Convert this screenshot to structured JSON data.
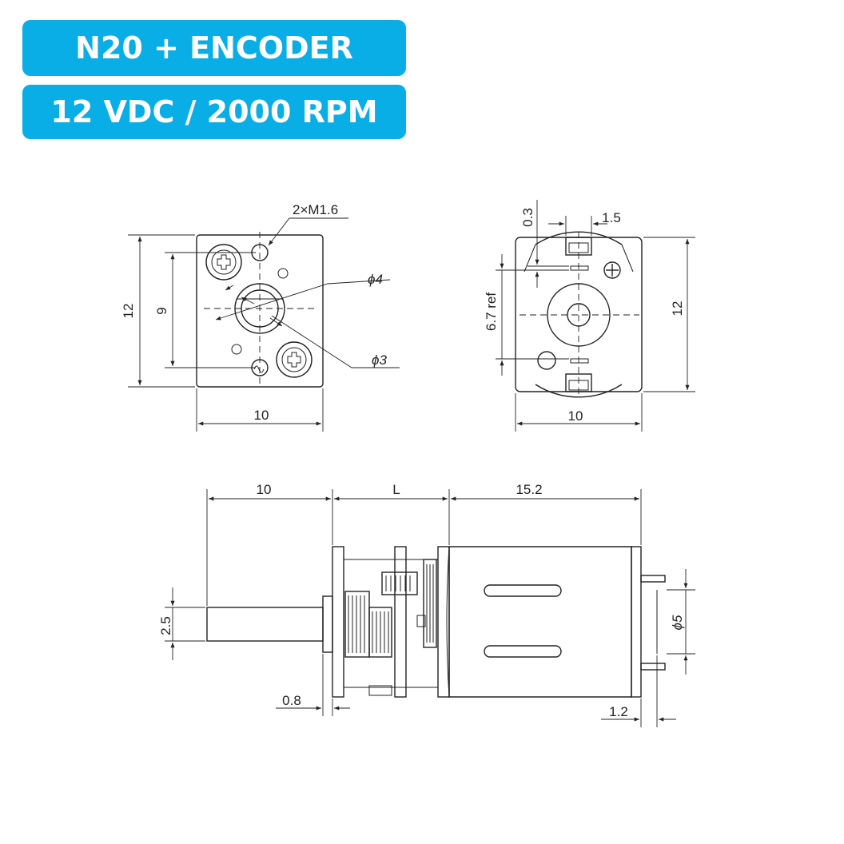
{
  "badges": {
    "title": "N20 + ENCODER",
    "spec": "12 VDC / 2000 RPM"
  },
  "front_view": {
    "screw_note": "2×M1.6",
    "dia_large": "ϕ4",
    "dia_small": "ϕ3",
    "height": "12",
    "hole_spacing": "9",
    "width": "10"
  },
  "rear_view": {
    "tab_offset": "0.3",
    "tab_width": "1.5",
    "ref_dim": "6.7 ref",
    "height": "12",
    "width": "10"
  },
  "side_view": {
    "shaft_length": "10",
    "gearbox_length": "L",
    "motor_length": "15.2",
    "shaft_dia": "2.5",
    "terminal_spacing": "ϕ5",
    "flange_thickness": "0.8",
    "terminal_offset": "1.2"
  }
}
